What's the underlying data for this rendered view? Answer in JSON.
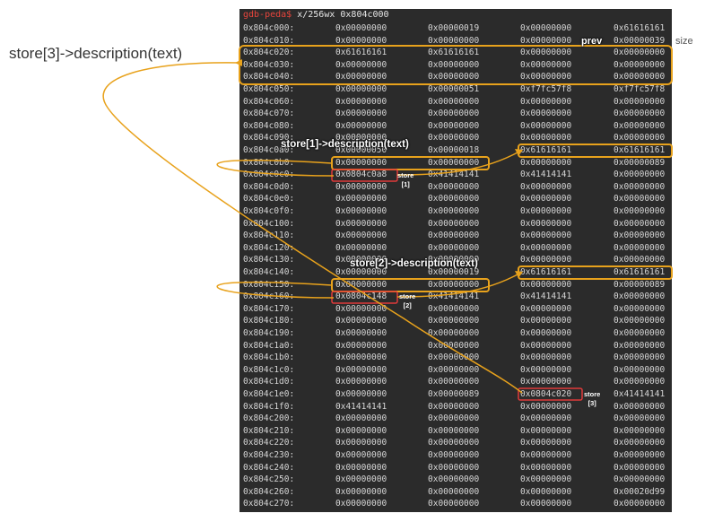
{
  "command": {
    "prompt": "gdb-peda$",
    "text": "x/256wx 0x804c000"
  },
  "memory_rows": [
    [
      "0x804c000:",
      "0x00000000",
      "0x00000019",
      "0x00000000",
      "0x61616161"
    ],
    [
      "0x804c010:",
      "0x00000000",
      "0x00000000",
      "0x00000000",
      "0x00000039"
    ],
    [
      "0x804c020:",
      "0x61616161",
      "0x61616161",
      "0x00000000",
      "0x00000000"
    ],
    [
      "0x804c030:",
      "0x00000000",
      "0x00000000",
      "0x00000000",
      "0x00000000"
    ],
    [
      "0x804c040:",
      "0x00000000",
      "0x00000000",
      "0x00000000",
      "0x00000000"
    ],
    [
      "0x804c050:",
      "0x00000000",
      "0x00000051",
      "0xf7fc57f8",
      "0xf7fc57f8"
    ],
    [
      "0x804c060:",
      "0x00000000",
      "0x00000000",
      "0x00000000",
      "0x00000000"
    ],
    [
      "0x804c070:",
      "0x00000000",
      "0x00000000",
      "0x00000000",
      "0x00000000"
    ],
    [
      "0x804c080:",
      "0x00000000",
      "0x00000000",
      "0x00000000",
      "0x00000000"
    ],
    [
      "0x804c090:",
      "0x00000000",
      "0x00000000",
      "0x00000000",
      "0x00000000"
    ],
    [
      "0x804c0a0:",
      "0x00000050",
      "0x00000018",
      "0x61616161",
      "0x61616161"
    ],
    [
      "0x804c0b0:",
      "0x00000000",
      "0x00000000",
      "0x00000000",
      "0x00000089"
    ],
    [
      "0x804c0c0:",
      "0x0804c0a8",
      "0x41414141",
      "0x41414141",
      "0x00000000"
    ],
    [
      "0x804c0d0:",
      "0x00000000",
      "0x00000000",
      "0x00000000",
      "0x00000000"
    ],
    [
      "0x804c0e0:",
      "0x00000000",
      "0x00000000",
      "0x00000000",
      "0x00000000"
    ],
    [
      "0x804c0f0:",
      "0x00000000",
      "0x00000000",
      "0x00000000",
      "0x00000000"
    ],
    [
      "0x804c100:",
      "0x00000000",
      "0x00000000",
      "0x00000000",
      "0x00000000"
    ],
    [
      "0x804c110:",
      "0x00000000",
      "0x00000000",
      "0x00000000",
      "0x00000000"
    ],
    [
      "0x804c120:",
      "0x00000000",
      "0x00000000",
      "0x00000000",
      "0x00000000"
    ],
    [
      "0x804c130:",
      "0x00000000",
      "0x00000000",
      "0x00000000",
      "0x00000000"
    ],
    [
      "0x804c140:",
      "0x00000000",
      "0x00000019",
      "0x61616161",
      "0x61616161"
    ],
    [
      "0x804c150:",
      "0x00000000",
      "0x00000000",
      "0x00000000",
      "0x00000089"
    ],
    [
      "0x804c160:",
      "0x0804c148",
      "0x41414141",
      "0x41414141",
      "0x00000000"
    ],
    [
      "0x804c170:",
      "0x00000000",
      "0x00000000",
      "0x00000000",
      "0x00000000"
    ],
    [
      "0x804c180:",
      "0x00000000",
      "0x00000000",
      "0x00000000",
      "0x00000000"
    ],
    [
      "0x804c190:",
      "0x00000000",
      "0x00000000",
      "0x00000000",
      "0x00000000"
    ],
    [
      "0x804c1a0:",
      "0x00000000",
      "0x00000000",
      "0x00000000",
      "0x00000000"
    ],
    [
      "0x804c1b0:",
      "0x00000000",
      "0x00000000",
      "0x00000000",
      "0x00000000"
    ],
    [
      "0x804c1c0:",
      "0x00000000",
      "0x00000000",
      "0x00000000",
      "0x00000000"
    ],
    [
      "0x804c1d0:",
      "0x00000000",
      "0x00000000",
      "0x00000000",
      "0x00000000"
    ],
    [
      "0x804c1e0:",
      "0x00000000",
      "0x00000089",
      "0x0804c020",
      "0x41414141"
    ],
    [
      "0x804c1f0:",
      "0x41414141",
      "0x00000000",
      "0x00000000",
      "0x00000000"
    ],
    [
      "0x804c200:",
      "0x00000000",
      "0x00000000",
      "0x00000000",
      "0x00000000"
    ],
    [
      "0x804c210:",
      "0x00000000",
      "0x00000000",
      "0x00000000",
      "0x00000000"
    ],
    [
      "0x804c220:",
      "0x00000000",
      "0x00000000",
      "0x00000000",
      "0x00000000"
    ],
    [
      "0x804c230:",
      "0x00000000",
      "0x00000000",
      "0x00000000",
      "0x00000000"
    ],
    [
      "0x804c240:",
      "0x00000000",
      "0x00000000",
      "0x00000000",
      "0x00000000"
    ],
    [
      "0x804c250:",
      "0x00000000",
      "0x00000000",
      "0x00000000",
      "0x00000000"
    ],
    [
      "0x804c260:",
      "0x00000000",
      "0x00000000",
      "0x00000000",
      "0x00020d99"
    ],
    [
      "0x804c270:",
      "0x00000000",
      "0x00000000",
      "0x00000000",
      "0x00000000"
    ]
  ],
  "annotations": {
    "store3_desc": "store[3]->description(text)",
    "store1_desc": "store[1]->description(text)",
    "store2_desc": "store[2]->description(text)",
    "prev": "prev",
    "size": "size",
    "store1": {
      "word": "store",
      "index": "[1]"
    },
    "store2": {
      "word": "store",
      "index": "[2]"
    },
    "store3": {
      "word": "store",
      "index": "[3]"
    }
  },
  "colors": {
    "terminal_bg": "#2b2b2b",
    "highlight_orange": "#e8a21c",
    "highlight_red": "#e03a3a",
    "prompt_red": "#e8453c"
  }
}
